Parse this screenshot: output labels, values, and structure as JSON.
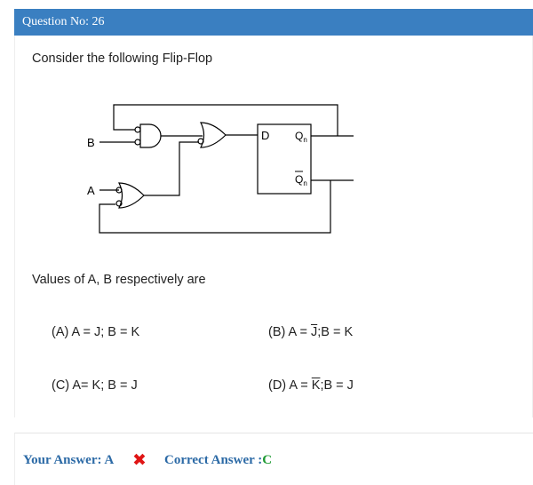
{
  "header": {
    "title": "Question No: 26"
  },
  "question": {
    "text": "Consider the following Flip-Flop",
    "prompt": "Values of A, B respectively are"
  },
  "diagram": {
    "labels": {
      "b": "B",
      "a": "A",
      "d": "D",
      "q": "Q",
      "q_sub": "n",
      "qbar": "Q",
      "qbar_sub": "n"
    }
  },
  "options": {
    "a": {
      "prefix": "(A) A = J; B = K"
    },
    "b": {
      "prefix": "(B)  A = ",
      "bar": "J",
      "suffix": ";B = K"
    },
    "c": {
      "prefix": "(C) A= K; B = J"
    },
    "d": {
      "prefix": "(D)  A = ",
      "bar": "K",
      "suffix": ";B = J"
    }
  },
  "answer": {
    "your_label": "Your Answer: A",
    "wrong_icon": "✖",
    "correct_label": "Correct Answer :",
    "correct_value": "C"
  },
  "colors": {
    "header_bg": "#3a7fc1",
    "answer_blue": "#2c6aa6",
    "correct_green": "#1e9a33",
    "wrong_red": "#e01515"
  }
}
